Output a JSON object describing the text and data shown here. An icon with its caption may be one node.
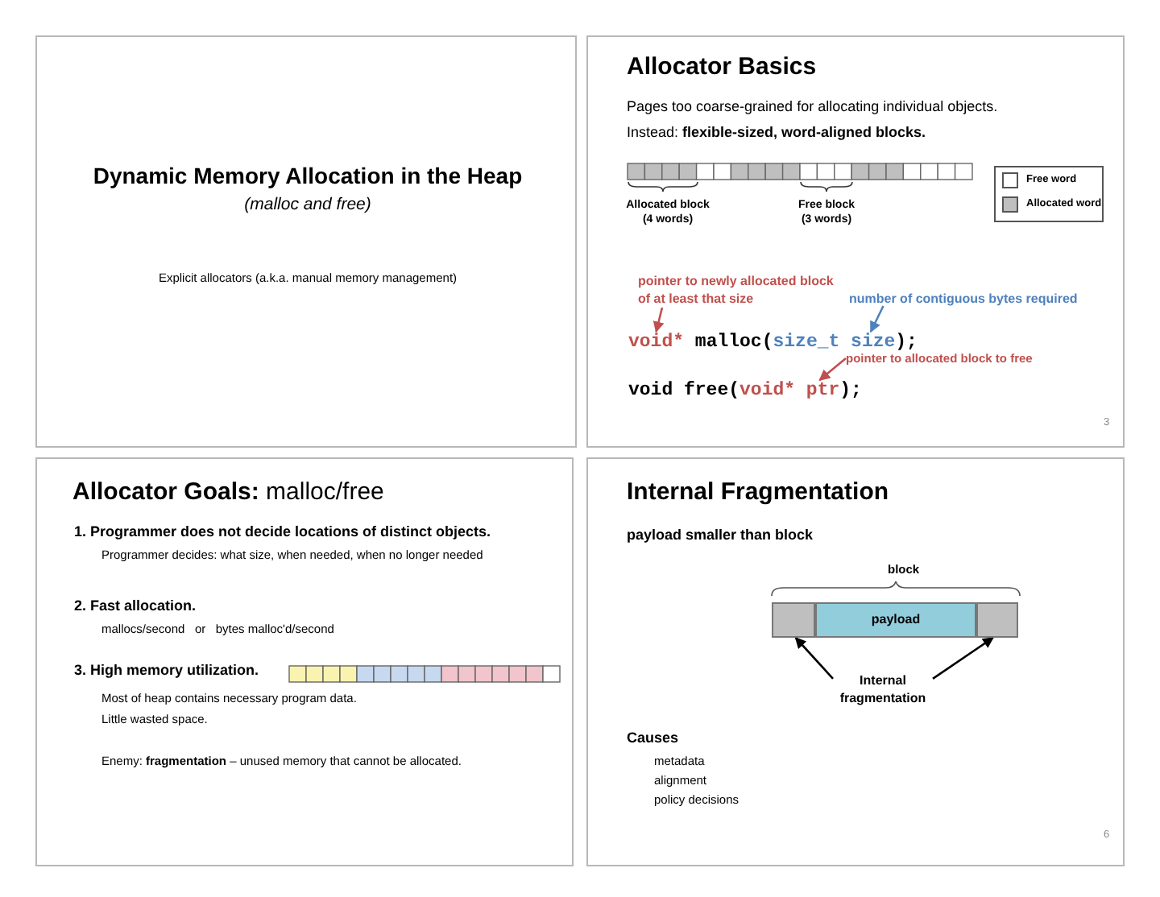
{
  "diagram": {
    "nodes": [
      {
        "text": [
          "Dynamic Memory Allocation in the Heap",
          "(malloc and free)",
          "Explicit allocators (a.k.a. manual memory management)"
        ]
      },
      {
        "text": [
          "Allocator Basics",
          "Pages too coarse-grained for allocating individual objects.",
          "Instead: **flexible-sized, word-aligned blocks.**",
          "3"
        ]
      },
      {
        "text": [
          "pointer to newly allocated block of at least that size"
        ],
        "in": 1
      },
      {
        "text": [
          "number of contiguous bytes required"
        ],
        "in": 1
      },
      {
        "text": [
          "void*",
          "malloc(",
          "size_t size",
          ");"
        ],
        "in": 1
      },
      {
        "text": [
          "pointer to allocated block to free"
        ],
        "in": 1
      },
      {
        "text": [
          "void free(",
          "void* ptr",
          ");"
        ],
        "in": 1
      },
      {
        "text": [
          "**Allocator Goals:** malloc/free",
          "1. Programmer does not decide locations of distinct objects.",
          "Programmer decides: what size, when needed, when no longer needed",
          "2. Fast allocation.",
          "mallocs/second   or   bytes malloc'd/second",
          "3. High memory utilization.",
          "Most of heap contains necessary program data.",
          "Little wasted space.",
          "Enemy: **fragmentation** – unused memory that cannot be allocated."
        ]
      },
      {
        "text": [
          "Internal Fragmentation",
          "payload smaller than block",
          "Causes",
          "metadata",
          "alignment",
          "policy decisions",
          "6"
        ]
      },
      {
        "text": [],
        "shape": "box",
        "in": 8
      },
      {
        "text": [
          "payload"
        ],
        "in": 8
      },
      {
        "text": [],
        "shape": "box",
        "in": 8
      },
      {
        "text": [
          "Internal fragmentation"
        ],
        "in": 8
      }
    ],
    "edges": [
      {
        "from": 2,
        "to": 4,
        "arrow": "to",
        "color": "#c0504d"
      },
      {
        "from": 3,
        "to": 4,
        "arrow": "to",
        "color": "#4f81bd"
      },
      {
        "from": 5,
        "to": 6,
        "arrow": "to",
        "color": "#c0504d"
      },
      {
        "from": 12,
        "to": 9,
        "arrow": "to",
        "color": "#000000"
      },
      {
        "from": 12,
        "to": 11,
        "arrow": "to",
        "color": "#000000"
      }
    ],
    "labels": [
      "Allocated block (4 words)",
      "Free block (3 words)",
      "block"
    ],
    "legend": [
      {
        "text": "Free word",
        "color": "#ffffff"
      },
      {
        "text": "Allocated word",
        "color": "#bfbfbf"
      }
    ]
  }
}
